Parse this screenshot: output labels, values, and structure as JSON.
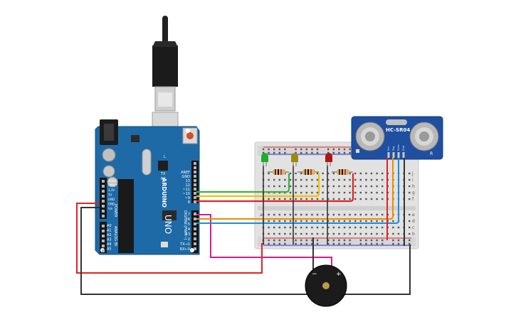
{
  "board": {
    "brand": "ARDUINO",
    "model": "UNO",
    "left_header_labels": [
      "IOREF",
      "RESET",
      "3.3V",
      "5V",
      "GND",
      "GND",
      "Vin"
    ],
    "analog_labels": [
      "A0",
      "A1",
      "A2",
      "A3",
      "A4",
      "A5"
    ],
    "power_label": "POWER",
    "analog_in_label": "ANALOG IN",
    "right_header_top": [
      "AREF",
      "GND",
      "13",
      "12",
      "~11",
      "~10",
      "~9",
      "8"
    ],
    "right_header_bottom": [
      "7",
      "~6",
      "~5",
      "4",
      "~3",
      "2",
      "TX→1",
      "RX←0"
    ],
    "digital_label": "DIGITAL (PWM~)",
    "led_marker": "L",
    "tx_label": "TX",
    "rx_label": "RX"
  },
  "sensor": {
    "model": "HC-SR04",
    "pins": [
      "Vcc",
      "Trig",
      "Echo",
      "Gnd"
    ],
    "corner_label": "R"
  },
  "breadboard": {
    "row_letters_top": [
      "j",
      "i",
      "h",
      "g",
      "f"
    ],
    "row_letters_bottom": [
      "e",
      "d",
      "c",
      "b",
      "a"
    ]
  },
  "buzzer": {
    "minus_label": "−",
    "plus_label": "+"
  },
  "leds": [
    {
      "color_name": "green",
      "color": "#1fae2a"
    },
    {
      "color_name": "yellow",
      "color": "#9b8a12"
    },
    {
      "color_name": "red",
      "color": "#b01515"
    }
  ],
  "colors": {
    "board": "#1e6aa6",
    "sensor": "#1f4fa0",
    "breadboard": "#e2e2e2",
    "wire_red": "#e02424",
    "wire_black": "#333333",
    "wire_green": "#3cb043",
    "wire_yellow": "#f2c200",
    "wire_orange": "#f08c00",
    "wire_blue": "#1a8fd8",
    "wire_magenta": "#d81b8c"
  }
}
